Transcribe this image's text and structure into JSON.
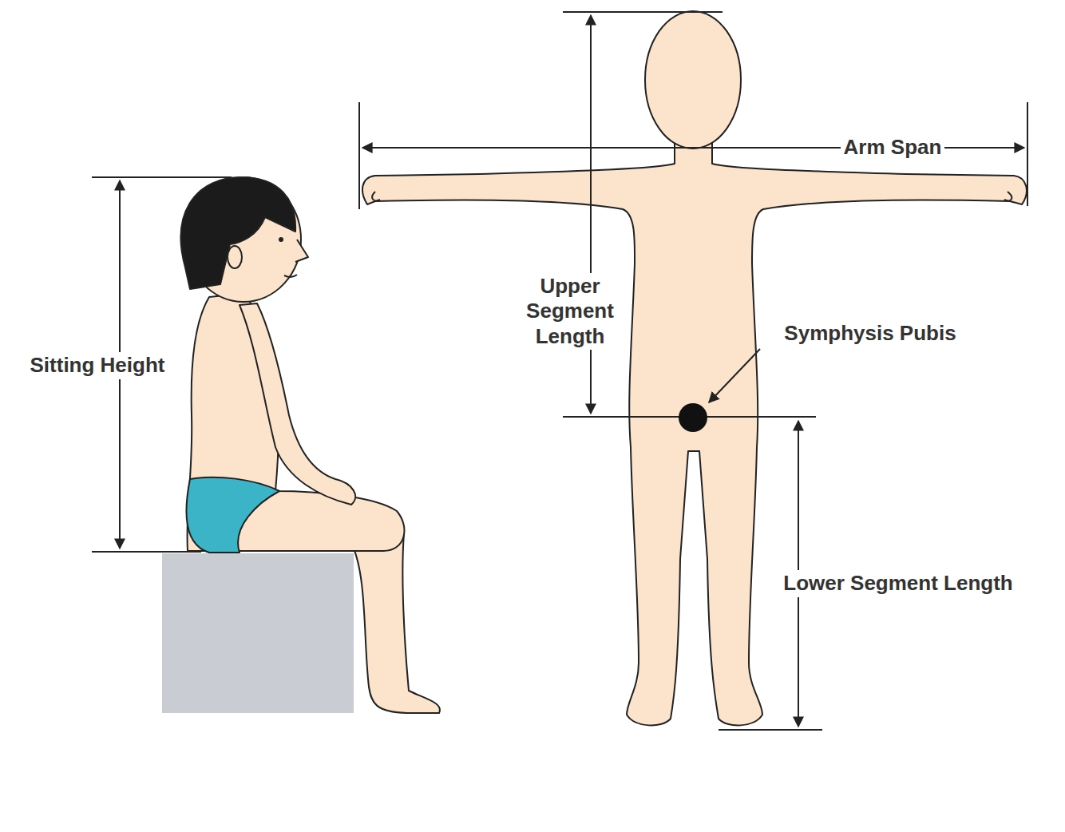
{
  "diagram": {
    "labels": [
      "Arm Span",
      "Upper Segment Length",
      "Symphysis Pubis",
      "Sitting Height",
      "Lower Segment Length"
    ]
  }
}
